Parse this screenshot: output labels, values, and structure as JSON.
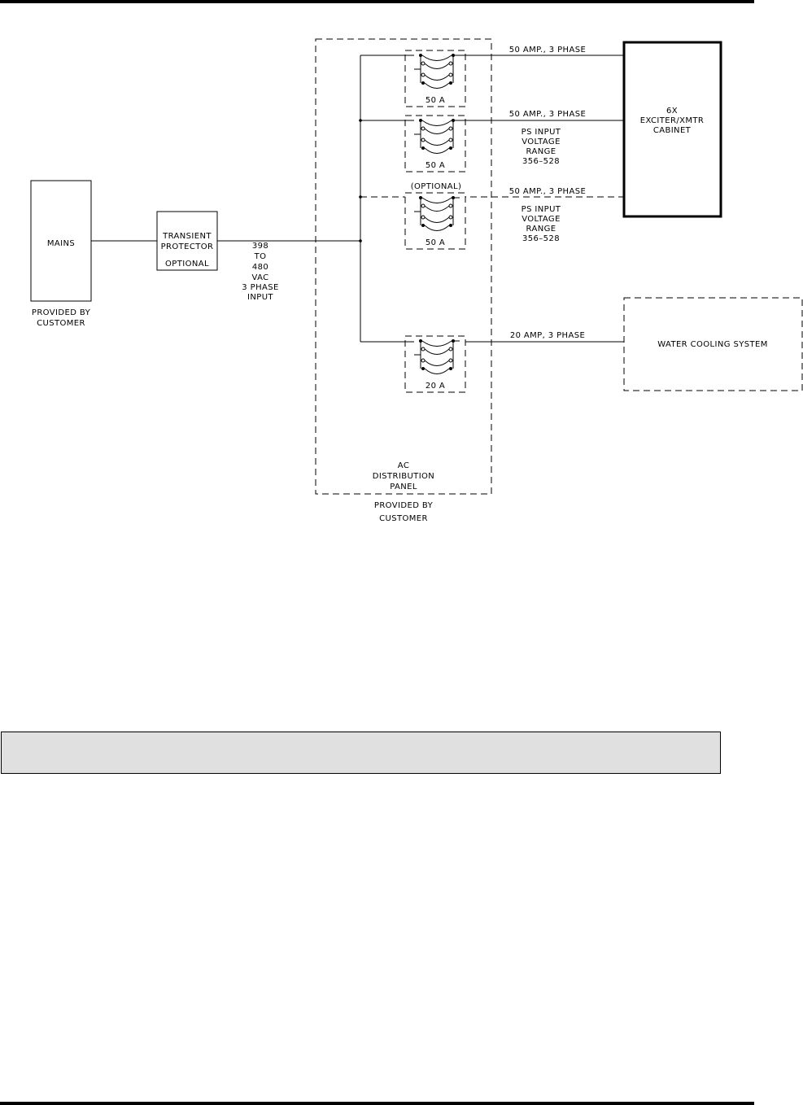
{
  "diagram": {
    "mains": {
      "label": "MAINS",
      "note_line1": "PROVIDED BY",
      "note_line2": "CUSTOMER"
    },
    "transient_protector": {
      "line1": "TRANSIENT",
      "line2": "PROTECTOR",
      "line3": "OPTIONAL"
    },
    "input": [
      "398",
      "TO",
      "480",
      "VAC",
      "3 PHASE",
      "INPUT"
    ],
    "panel": {
      "label": [
        "AC",
        "DISTRIBUTION",
        "PANEL"
      ],
      "note": [
        "PROVIDED BY",
        "CUSTOMER"
      ]
    },
    "breakers": [
      {
        "rating": "50 A",
        "feed": "50 AMP., 3 PHASE"
      },
      {
        "rating": "50 A",
        "feed": "50 AMP., 3 PHASE",
        "note": [
          "PS INPUT",
          "VOLTAGE",
          "RANGE",
          "356–528"
        ]
      },
      {
        "rating": "50 A",
        "feed": "50 AMP., 3 PHASE",
        "optional": "(OPTIONAL)",
        "note": [
          "PS INPUT",
          "VOLTAGE",
          "RANGE",
          "356–528"
        ]
      },
      {
        "rating": "20 A",
        "feed": "20 AMP, 3 PHASE"
      }
    ],
    "cabinet": [
      "6X",
      "EXCITER/XMTR",
      "CABINET"
    ],
    "cooling": {
      "label": "WATER COOLING SYSTEM"
    }
  }
}
